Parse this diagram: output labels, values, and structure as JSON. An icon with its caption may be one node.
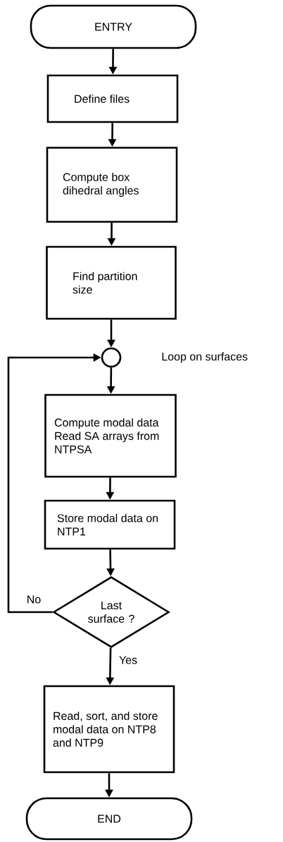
{
  "diagram": {
    "nodes": [
      {
        "text": [
          "ENTRY"
        ]
      },
      {
        "text": [
          "Define files"
        ]
      },
      {
        "text": [
          "Compute box dihedral angles"
        ]
      },
      {
        "text": [
          "Find partition size"
        ]
      },
      {
        "text": [],
        "shape": "circle",
        "beside": [
          "Loop on surfaces"
        ]
      },
      {
        "text": [
          "Compute modal data",
          "Read SA arrays from NTPSA"
        ]
      },
      {
        "text": [
          "Store modal data on NTP1"
        ]
      },
      {
        "text": [
          "Last surface ?"
        ]
      },
      {
        "text": [
          "Read, sort, and store modal data on NTP8 and NTP9"
        ]
      },
      {
        "text": [
          "END"
        ]
      }
    ],
    "edges": [
      {
        "from": 0,
        "to": 1,
        "arrow": "to"
      },
      {
        "from": 1,
        "to": 2,
        "arrow": "to"
      },
      {
        "from": 2,
        "to": 3,
        "arrow": "to"
      },
      {
        "from": 3,
        "to": 4,
        "arrow": "to"
      },
      {
        "from": 4,
        "to": 5,
        "arrow": "to"
      },
      {
        "from": 5,
        "to": 6,
        "arrow": "to"
      },
      {
        "from": 6,
        "to": 7,
        "arrow": "to"
      },
      {
        "from": 7,
        "to": 4,
        "label": "No",
        "arrow": "to"
      },
      {
        "from": 7,
        "to": 8,
        "label": "Yes",
        "arrow": "to"
      },
      {
        "from": 8,
        "to": 9,
        "arrow": "to"
      }
    ]
  }
}
